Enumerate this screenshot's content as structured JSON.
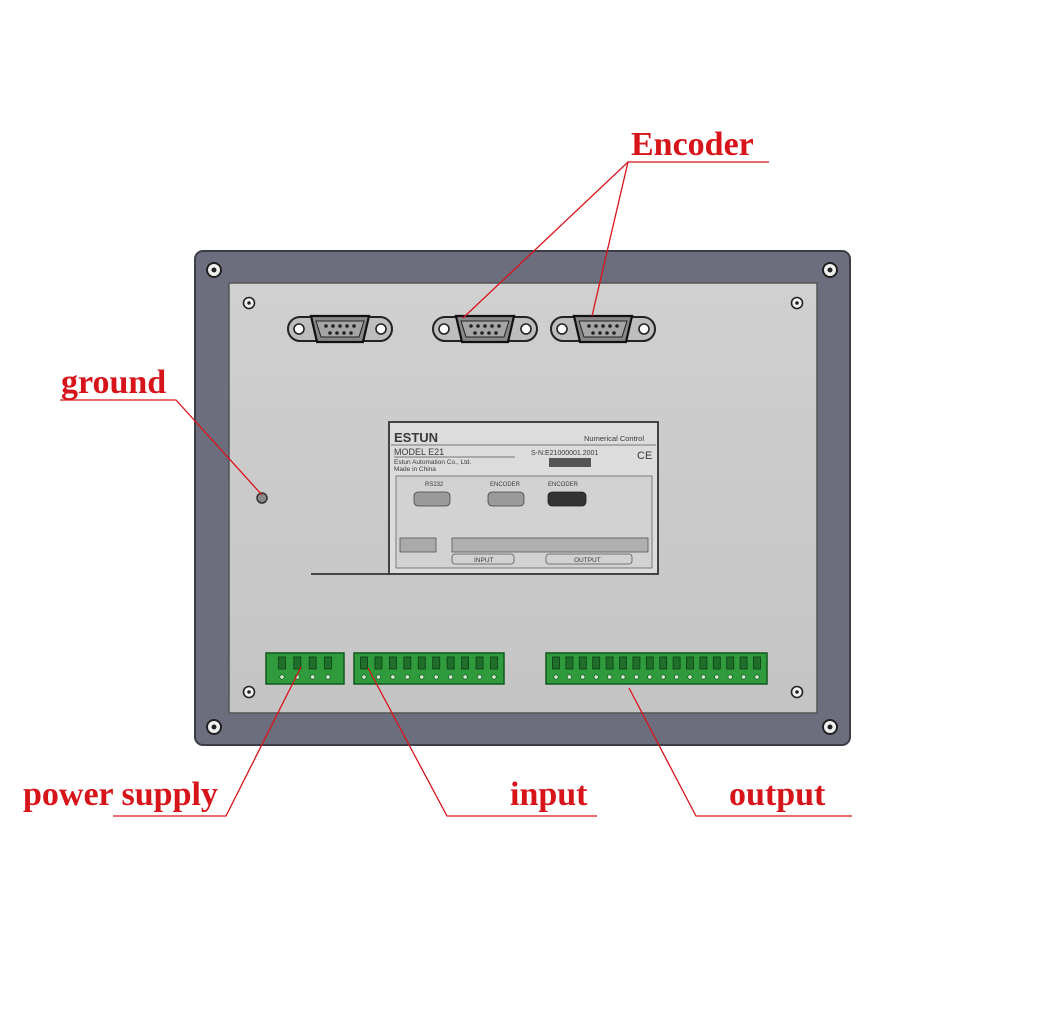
{
  "labels": {
    "encoder": "Encoder",
    "ground": "ground",
    "power_supply": "power supply",
    "input": "input",
    "output": "output"
  },
  "nameplate": {
    "brand": "ESTUN",
    "category": "Numerical Control",
    "model": "MODEL E21",
    "maker": "Estun Automation Co., Ltd.",
    "origin": "Made in China",
    "serial": "S-N:E21000001.2001",
    "ce_mark": "CE",
    "port_rs232": "RS232",
    "port_encoder_1": "ENCODER",
    "port_encoder_2": "ENCODER",
    "section_input": "INPUT",
    "section_output": "OUTPUT"
  },
  "colors": {
    "callout": "#d8141b",
    "housing": "#6c6e7e",
    "panel": "#c9c9c9",
    "terminal": "#2f9b3c"
  }
}
